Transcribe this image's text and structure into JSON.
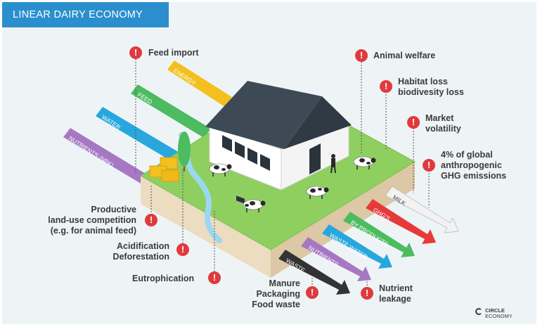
{
  "title": "LINEAR DAIRY ECONOMY",
  "inputs": [
    {
      "label": "ENERGY",
      "color": "#f4c020"
    },
    {
      "label": "FEED",
      "color": "#4dbb5f"
    },
    {
      "label": "WATER",
      "color": "#27a7de"
    },
    {
      "label": "NUTRIENTS (NPK)",
      "color": "#a678c4"
    }
  ],
  "outputs": [
    {
      "label": "MILK",
      "color": "#f2f2f2"
    },
    {
      "label": "GHG'S",
      "color": "#e63a3a"
    },
    {
      "label": "BY PRODUCTS",
      "color": "#4dbb5f"
    },
    {
      "label": "WASTE WATER",
      "color": "#27a7de"
    },
    {
      "label": "NUTRIENTS",
      "color": "#a678c4"
    },
    {
      "label": "WASTE",
      "color": "#333333"
    }
  ],
  "issues": {
    "feed_import": "Feed import",
    "animal_welfare": "Animal welfare",
    "habitat_1": "Habitat loss",
    "habitat_2": "biodivesity loss",
    "market_1": "Market",
    "market_2": "volatility",
    "ghg_1": "4% of global",
    "ghg_2": "anthropogenic",
    "ghg_3": "GHG emissions",
    "land_1": "Productive",
    "land_2": "land-use competition",
    "land_3": "(e.g. for animal feed)",
    "acid_1": "Acidification",
    "acid_2": "Deforestation",
    "eutro": "Eutrophication",
    "manure_1": "Manure",
    "manure_2": "Packaging",
    "manure_3": "Food waste",
    "leak_1": "Nutrient",
    "leak_2": "leakage"
  },
  "warning_glyph": "!",
  "logo": {
    "line1": "CIRCLE",
    "line2": "ECONOMY"
  }
}
